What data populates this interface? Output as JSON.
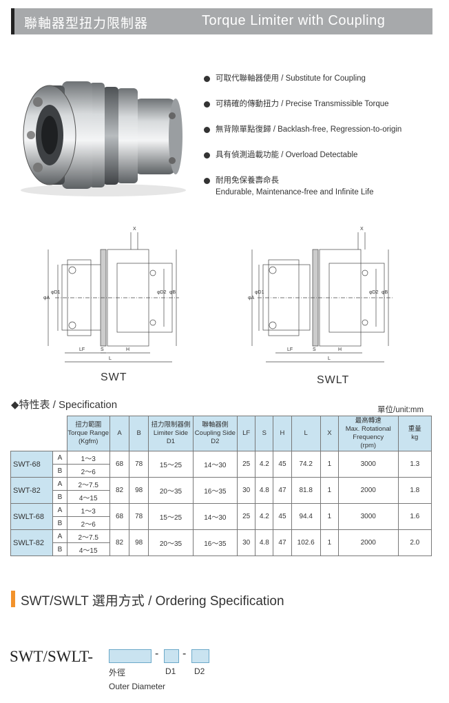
{
  "header": {
    "title_zh": "聯軸器型扭力限制器",
    "title_en": "Torque Limiter with Coupling"
  },
  "features": [
    {
      "text": "可取代聯軸器使用 / Substitute for Coupling"
    },
    {
      "text": "可精確的傳動扭力 / Precise Transmissible Torque"
    },
    {
      "text": "無背隙單點復歸 / Backlash-free, Regression-to-origin"
    },
    {
      "text": "具有偵測過載功能 / Overload Detectable"
    },
    {
      "text": "耐用免保養壽命長",
      "text2": "Endurable, Maintenance-free and Infinite Life"
    }
  ],
  "diagrams": {
    "swt_label": "SWT",
    "swlt_label": "SWLT",
    "dims": {
      "x": "X",
      "phiA": "φA",
      "phiD1": "φD1",
      "phiD2": "φD2",
      "phiB": "φB",
      "lf": "LF",
      "s": "S",
      "h": "H",
      "l": "L"
    }
  },
  "spec": {
    "title": "◆特性表 / Specification",
    "unit": "單位/unit:mm",
    "headers": {
      "torque_zh": "扭力範圍",
      "torque_en": "Torque Range",
      "torque_unit": "(Kgfm)",
      "a": "A",
      "b": "B",
      "d1_zh": "扭力限制器側",
      "d1_en": "Limiter Side",
      "d1_code": "D1",
      "d2_zh": "聯軸器側",
      "d2_en": "Coupling Side",
      "d2_code": "D2",
      "lf": "LF",
      "s": "S",
      "h": "H",
      "l": "L",
      "x": "X",
      "rpm_zh": "最高轉速",
      "rpm_en1": "Max. Rotational",
      "rpm_en2": "Frequency",
      "rpm_unit": "(rpm)",
      "wt_zh": "重量",
      "wt_unit": "kg"
    },
    "rows": [
      {
        "model": "SWT-68",
        "a_code": "A",
        "b_code": "B",
        "ta": "1～3",
        "tb": "2～6",
        "A": "68",
        "B": "78",
        "D1": "15～25",
        "D2": "14～30",
        "LF": "25",
        "S": "4.2",
        "H": "45",
        "L": "74.2",
        "X": "1",
        "rpm": "3000",
        "kg": "1.3"
      },
      {
        "model": "SWT-82",
        "a_code": "A",
        "b_code": "B",
        "ta": "2～7.5",
        "tb": "4～15",
        "A": "82",
        "B": "98",
        "D1": "20～35",
        "D2": "16～35",
        "LF": "30",
        "S": "4.8",
        "H": "47",
        "L": "81.8",
        "X": "1",
        "rpm": "2000",
        "kg": "1.8"
      },
      {
        "model": "SWLT-68",
        "a_code": "A",
        "b_code": "B",
        "ta": "1～3",
        "tb": "2～6",
        "A": "68",
        "B": "78",
        "D1": "15～25",
        "D2": "14～30",
        "LF": "25",
        "S": "4.2",
        "H": "45",
        "L": "94.4",
        "X": "1",
        "rpm": "3000",
        "kg": "1.6"
      },
      {
        "model": "SWLT-82",
        "a_code": "A",
        "b_code": "B",
        "ta": "2～7.5",
        "tb": "4～15",
        "A": "82",
        "B": "98",
        "D1": "20～35",
        "D2": "16～35",
        "LF": "30",
        "S": "4.8",
        "H": "47",
        "L": "102.6",
        "X": "1",
        "rpm": "2000",
        "kg": "2.0"
      }
    ]
  },
  "ordering": {
    "title": "SWT/SWLT 選用方式 / Ordering Specification",
    "code": "SWT/SWLT-",
    "dash": "-",
    "outer_zh": "外徑",
    "outer_en": "Outer Diameter",
    "d1": "D1",
    "d2": "D2"
  },
  "colors": {
    "header_bg": "#a7a9ab",
    "table_head": "#c9e3f0",
    "accent": "#f2922b"
  }
}
